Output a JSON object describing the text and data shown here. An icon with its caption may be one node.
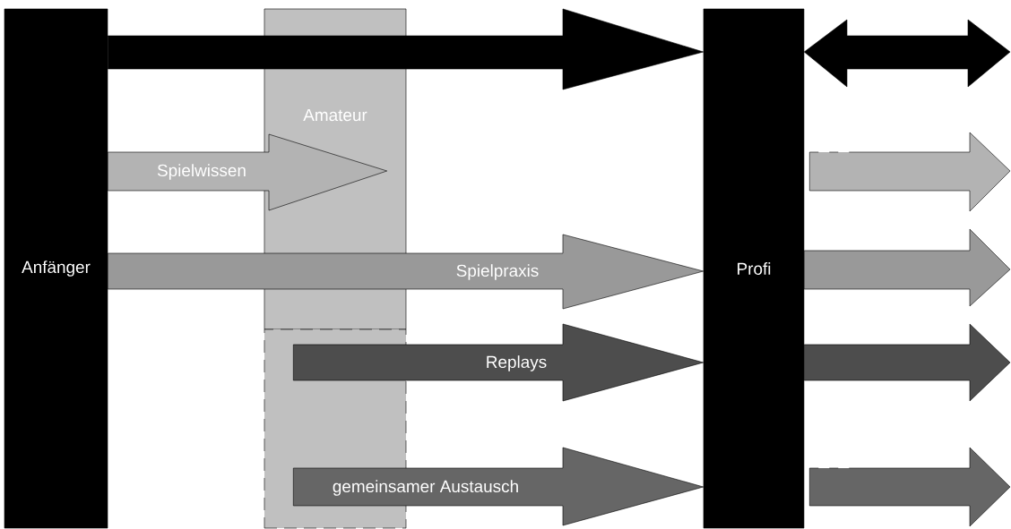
{
  "diagram": {
    "nodes": [
      {
        "text": [
          "Anfänger"
        ]
      },
      {
        "text": [
          "Amateur"
        ]
      },
      {
        "text": [],
        "shape": "box"
      },
      {
        "text": [
          "Profi"
        ]
      }
    ],
    "edges": [
      {
        "from": 0,
        "to": 3,
        "arrow": "to",
        "color": "#000000"
      },
      {
        "from": 0,
        "to": 1,
        "arrow": "to",
        "label": "Spielwissen",
        "color": "#b3b3b3"
      },
      {
        "from": 0,
        "to": 3,
        "arrow": "to",
        "label": "Spielpraxis",
        "color": "#999999"
      },
      {
        "from": 2,
        "to": 3,
        "arrow": "to",
        "label": "Replays",
        "color": "#4d4d4d"
      },
      {
        "from": 2,
        "to": 3,
        "arrow": "to",
        "label": "gemeinsamer Austausch",
        "color": "#666666"
      },
      {
        "from": 3,
        "to": null,
        "arrow": "both",
        "color": "#000000"
      },
      {
        "from": 3,
        "to": null,
        "arrow": "to",
        "style": "dashed",
        "color": "#b3b3b3"
      },
      {
        "from": 3,
        "to": null,
        "arrow": "to",
        "color": "#999999"
      },
      {
        "from": 3,
        "to": null,
        "arrow": "to",
        "color": "#4d4d4d"
      },
      {
        "from": 3,
        "to": null,
        "arrow": "to",
        "style": "dashed",
        "color": "#666666"
      }
    ]
  }
}
